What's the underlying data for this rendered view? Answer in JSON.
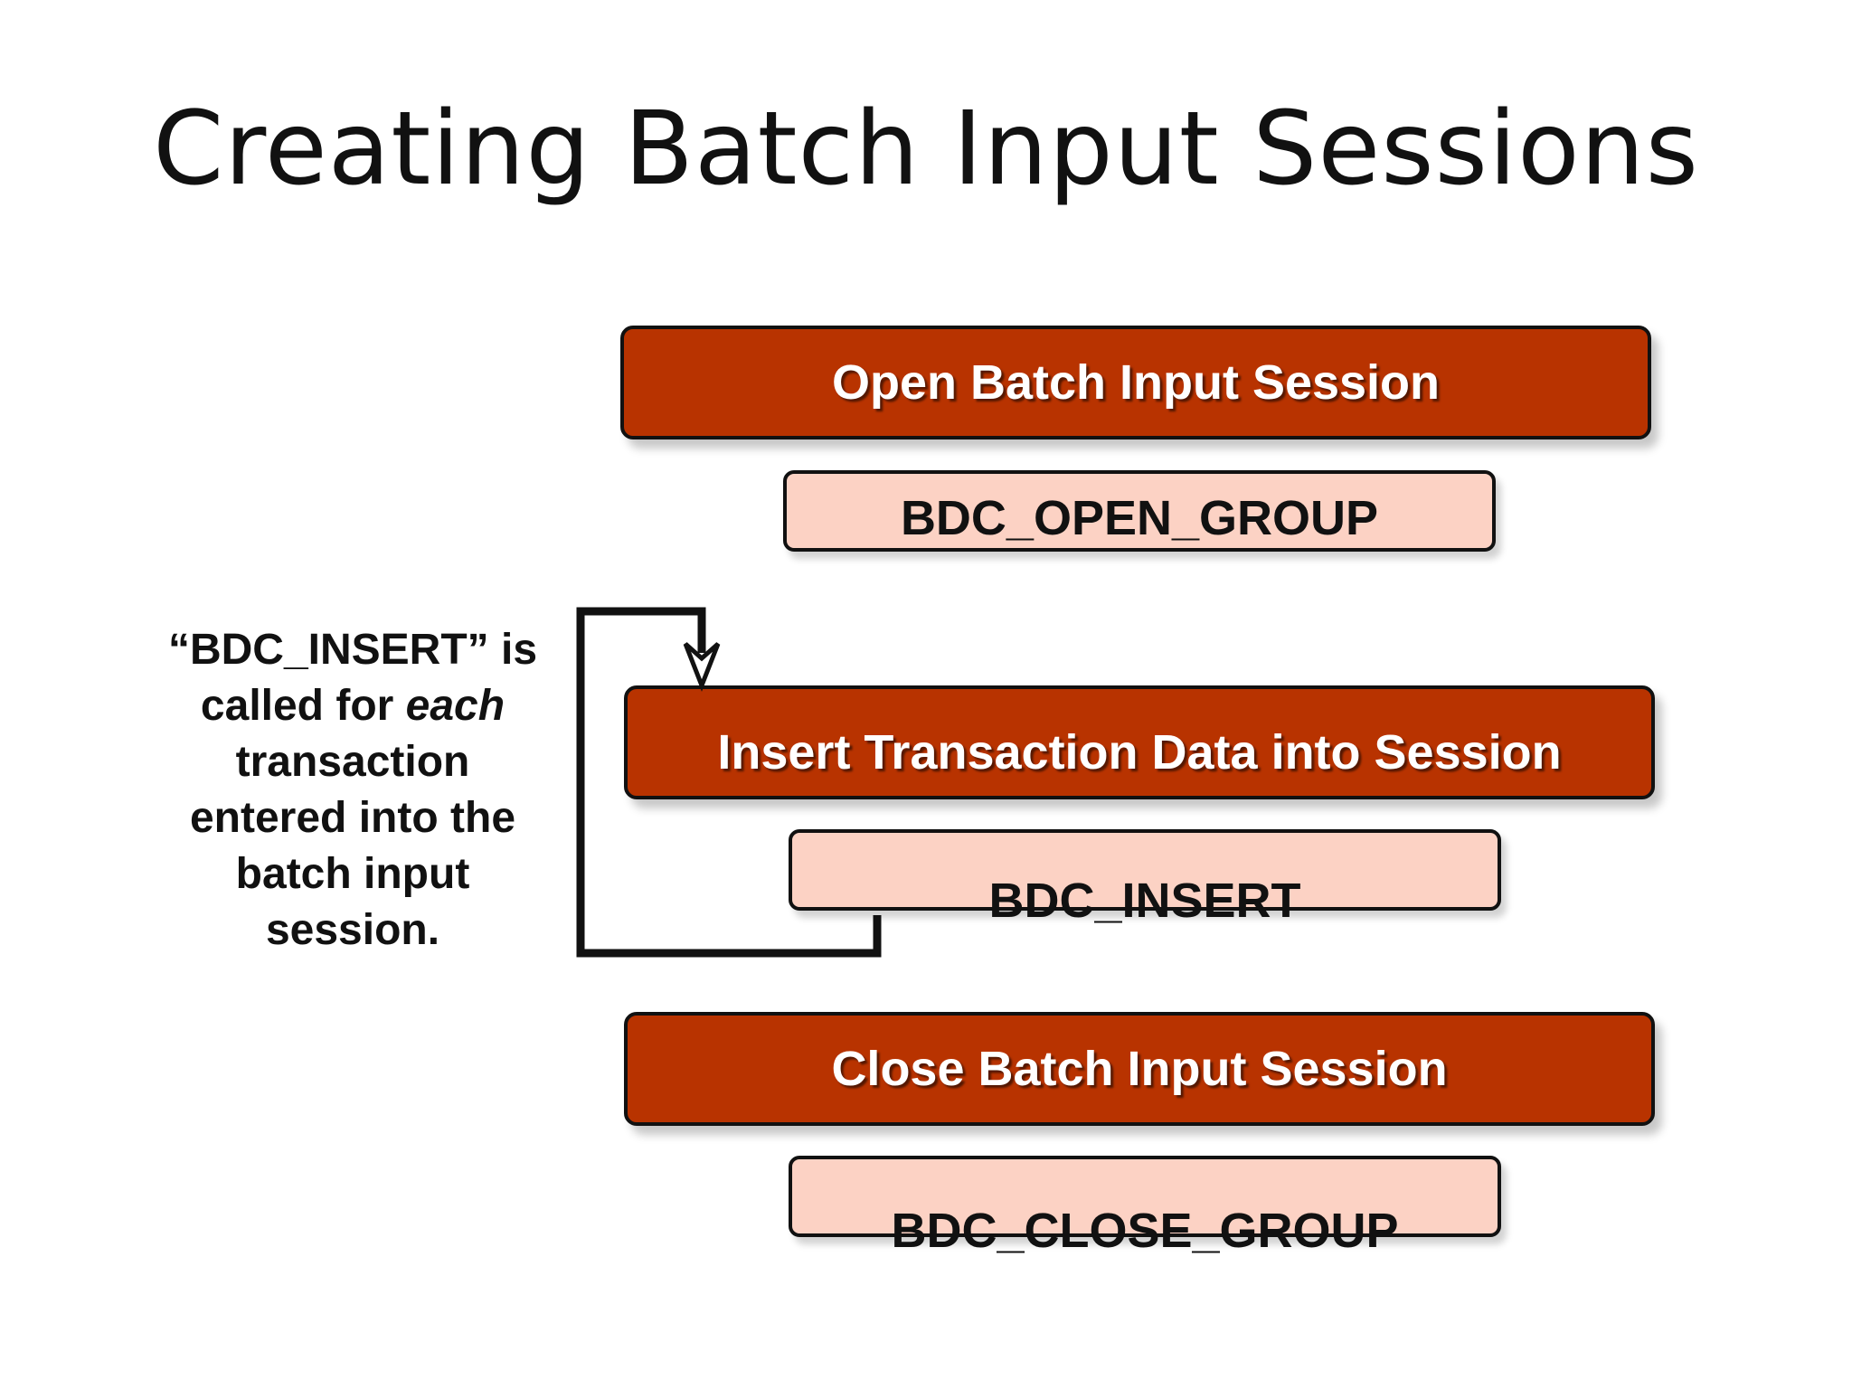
{
  "title": "Creating Batch Input Sessions",
  "steps": [
    {
      "label": "Open Batch Input Session",
      "function": "BDC_OPEN_GROUP"
    },
    {
      "label": "Insert Transaction Data into Session",
      "function": "BDC_INSERT"
    },
    {
      "label": "Close Batch Input Session",
      "function": "BDC_CLOSE_GROUP"
    }
  ],
  "note": {
    "line1": "“BDC_INSERT” is",
    "line2_pre": "called for ",
    "line2_em": "each",
    "line3": "transaction",
    "line4": "entered into the",
    "line5": "batch input",
    "line6": "session."
  },
  "colors": {
    "step_fill": "#b83300",
    "function_fill": "#fcd2c4",
    "outline": "#111111"
  }
}
